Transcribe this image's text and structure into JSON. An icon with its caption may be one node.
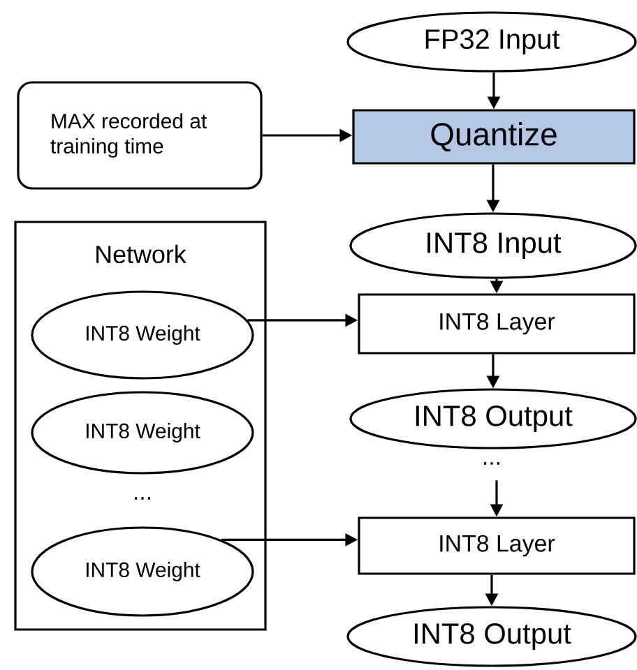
{
  "diagram": {
    "nodes": [
      {
        "text": [
          "FP32 Input"
        ]
      },
      {
        "text": [
          "MAX recorded at training time"
        ]
      },
      {
        "text": [
          "Quantize"
        ]
      },
      {
        "text": [
          "INT8 Input"
        ]
      },
      {
        "text": [
          "Network"
        ]
      },
      {
        "text": [
          "INT8 Weight"
        ],
        "in": 4
      },
      {
        "text": [
          "INT8 Weight"
        ],
        "in": 4
      },
      {
        "text": [
          "INT8 Weight"
        ],
        "in": 4
      },
      {
        "text": [
          "INT8 Layer"
        ]
      },
      {
        "text": [
          "INT8 Output"
        ]
      },
      {
        "text": [
          "INT8 Layer"
        ]
      },
      {
        "text": [
          "INT8 Output"
        ]
      }
    ],
    "edges": [
      {
        "from": 0,
        "to": 2,
        "arrow": "to"
      },
      {
        "from": 1,
        "to": 2,
        "arrow": "to"
      },
      {
        "from": 2,
        "to": 3,
        "arrow": "to"
      },
      {
        "from": 3,
        "to": 8,
        "arrow": "to"
      },
      {
        "from": 5,
        "to": 8,
        "arrow": "to"
      },
      {
        "from": 8,
        "to": 9,
        "arrow": "to"
      },
      {
        "from": null,
        "to": 10,
        "arrow": "to"
      },
      {
        "from": 7,
        "to": 10,
        "arrow": "to"
      },
      {
        "from": 10,
        "to": 11,
        "arrow": "to"
      }
    ],
    "labels": [
      "...",
      "..."
    ]
  }
}
